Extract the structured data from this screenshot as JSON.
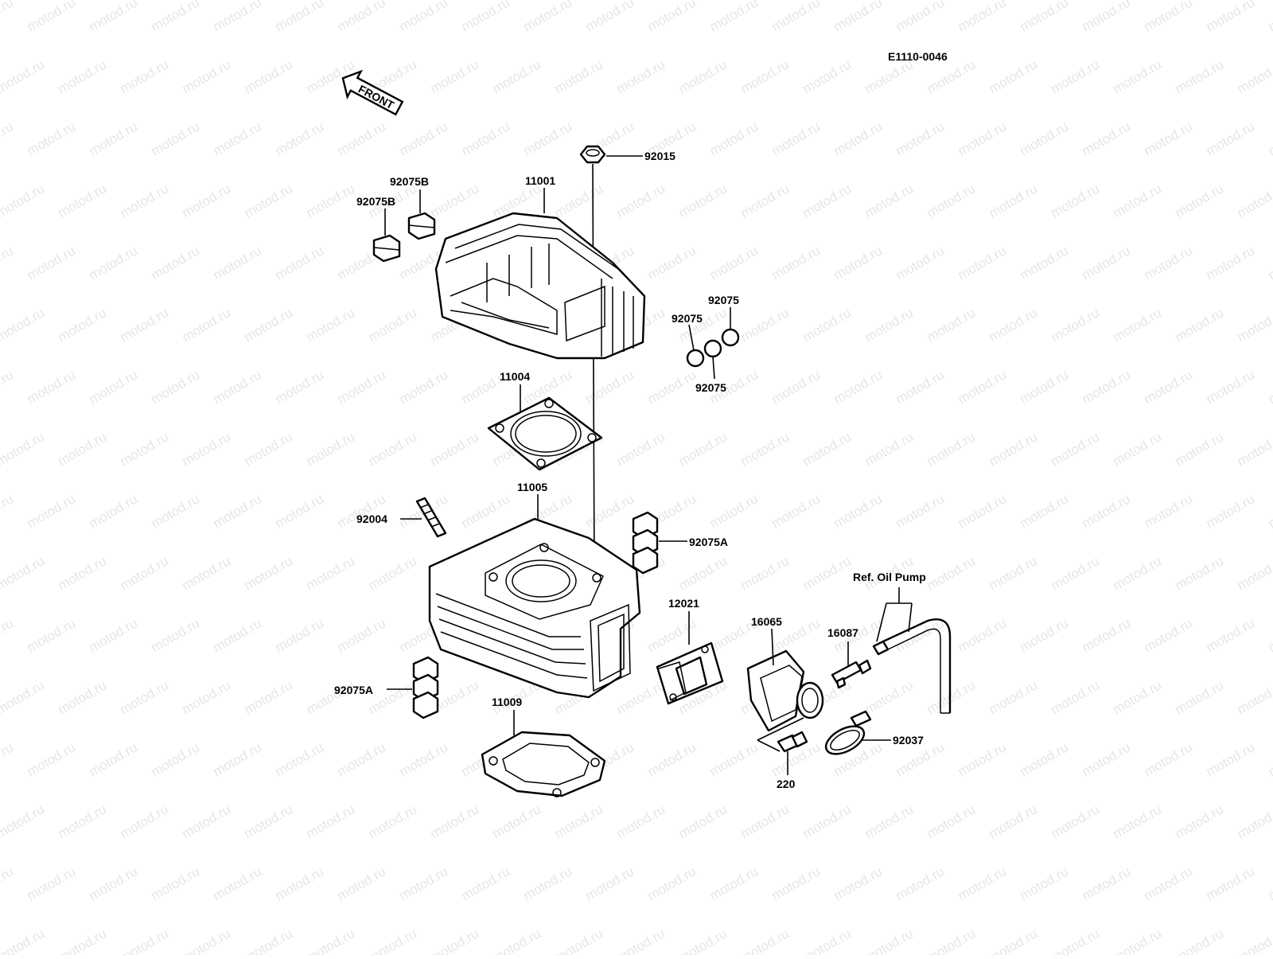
{
  "diagram": {
    "code": "E1110-0046",
    "front_label": "FRONT",
    "watermark": "motod.ru",
    "labels": {
      "p92015": "92015",
      "p11001": "11001",
      "p92075B_a": "92075B",
      "p92075B_b": "92075B",
      "p92075_a": "92075",
      "p92075_b": "92075",
      "p92075_c": "92075",
      "p11004": "11004",
      "p11005": "11005",
      "p92004": "92004",
      "p92075A_a": "92075A",
      "p92075A_b": "92075A",
      "p12021": "12021",
      "p16065": "16065",
      "p16087": "16087",
      "ref_oil_pump": "Ref. Oil Pump",
      "p11009": "11009",
      "p92037": "92037",
      "p220": "220"
    }
  }
}
